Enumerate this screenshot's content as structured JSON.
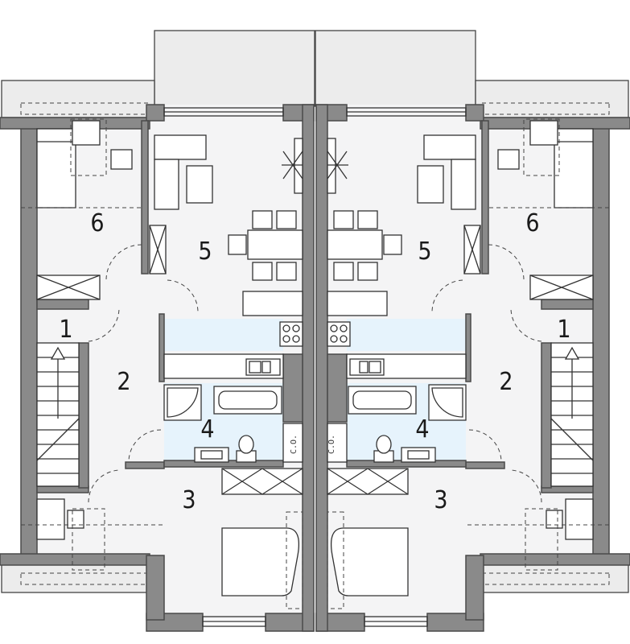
{
  "plan": {
    "left_unit": {
      "rooms": [
        {
          "id": "r1",
          "label": "1"
        },
        {
          "id": "r2",
          "label": "2"
        },
        {
          "id": "r3",
          "label": "3"
        },
        {
          "id": "r4",
          "label": "4"
        },
        {
          "id": "r5",
          "label": "5"
        },
        {
          "id": "r6",
          "label": "6"
        }
      ],
      "closet_label": "C.O."
    },
    "right_unit": {
      "rooms": [
        {
          "id": "r1",
          "label": "1"
        },
        {
          "id": "r2",
          "label": "2"
        },
        {
          "id": "r3",
          "label": "3"
        },
        {
          "id": "r4",
          "label": "4"
        },
        {
          "id": "r5",
          "label": "5"
        },
        {
          "id": "r6",
          "label": "6"
        }
      ],
      "closet_label": "C.O."
    },
    "colors": {
      "wall": "#8a8a8a",
      "wet_area": "#e6f3fc",
      "floor": "#f4f4f5"
    }
  }
}
